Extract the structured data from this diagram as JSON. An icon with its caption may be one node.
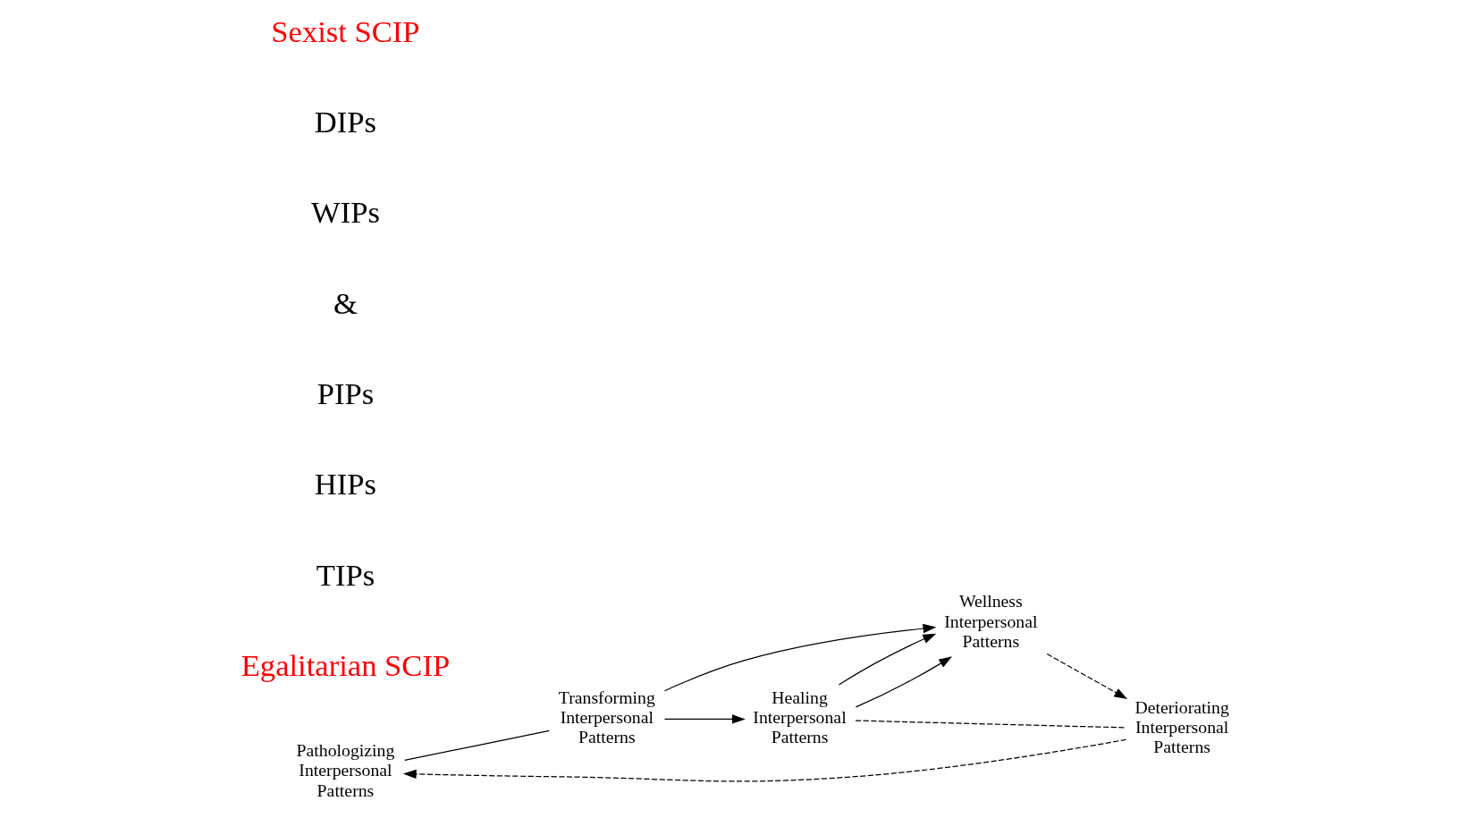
{
  "diagram": {
    "nodes": [
      {
        "text": [
          "Pathologizing Interpersonal Patterns"
        ]
      },
      {
        "text": [
          "Transforming Interpersonal Patterns"
        ]
      },
      {
        "text": [
          "Healing Interpersonal Patterns"
        ]
      },
      {
        "text": [
          "Wellness Interpersonal Patterns"
        ]
      },
      {
        "text": [
          "Deteriorating Interpersonal Patterns"
        ]
      }
    ],
    "edges": [
      {
        "from": 0,
        "to": 1,
        "arrow": "none"
      },
      {
        "from": 1,
        "to": 2,
        "arrow": "to"
      },
      {
        "from": 1,
        "to": 3,
        "arrow": "to"
      },
      {
        "from": 2,
        "to": 3,
        "arrow": "to"
      },
      {
        "from": 2,
        "to": 3,
        "arrow": "to"
      },
      {
        "from": 2,
        "to": 4,
        "arrow": "none",
        "style": "dashed"
      },
      {
        "from": 3,
        "to": 4,
        "arrow": "to",
        "style": "dashed"
      },
      {
        "from": 4,
        "to": 0,
        "arrow": "to",
        "style": "dashed"
      }
    ],
    "labels": [
      "Egalitarian SCIP",
      "TIPs",
      "HIPs",
      "PIPs",
      "&",
      "WIPs",
      "DIPs",
      "Sexist SCIP"
    ]
  }
}
